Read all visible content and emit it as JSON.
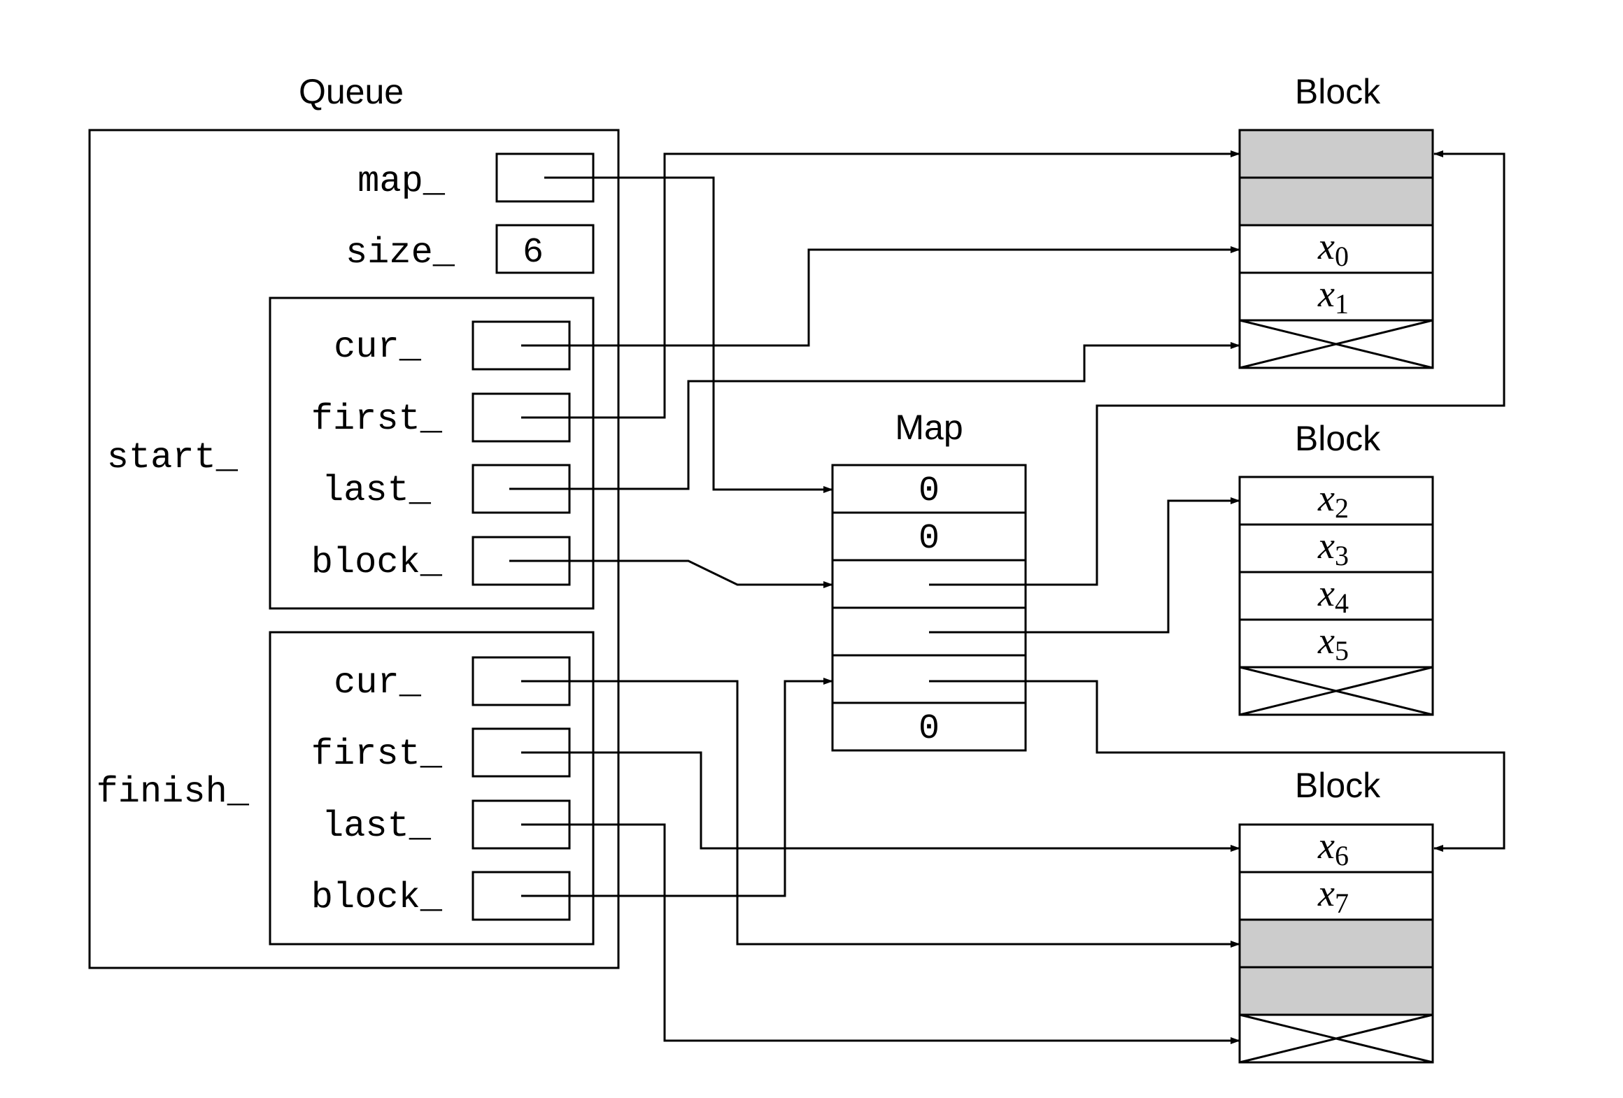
{
  "titles": {
    "queue": "Queue",
    "map": "Map",
    "block_top": "Block",
    "block_mid": "Block",
    "block_bottom": "Block"
  },
  "queue": {
    "map_label": "map_",
    "size_label": "size_",
    "size_value": "6",
    "start_label": "start_",
    "finish_label": "finish_",
    "start": {
      "cur_label": "cur_",
      "first_label": "first_",
      "last_label": "last_",
      "block_label": "block_"
    },
    "finish": {
      "cur_label": "cur_",
      "first_label": "first_",
      "last_label": "last_",
      "block_label": "block_"
    }
  },
  "map_cells": [
    "0",
    "0",
    "",
    "",
    "",
    "0"
  ],
  "blocks": {
    "top": [
      {
        "var": "",
        "sub": "",
        "state": "shaded"
      },
      {
        "var": "",
        "sub": "",
        "state": "shaded"
      },
      {
        "var": "x",
        "sub": "0",
        "state": "value"
      },
      {
        "var": "x",
        "sub": "1",
        "state": "value"
      },
      {
        "var": "",
        "sub": "",
        "state": "crossed"
      }
    ],
    "mid": [
      {
        "var": "x",
        "sub": "2",
        "state": "value"
      },
      {
        "var": "x",
        "sub": "3",
        "state": "value"
      },
      {
        "var": "x",
        "sub": "4",
        "state": "value"
      },
      {
        "var": "x",
        "sub": "5",
        "state": "value"
      },
      {
        "var": "",
        "sub": "",
        "state": "crossed"
      }
    ],
    "bottom": [
      {
        "var": "x",
        "sub": "6",
        "state": "value"
      },
      {
        "var": "x",
        "sub": "7",
        "state": "value"
      },
      {
        "var": "",
        "sub": "",
        "state": "shaded"
      },
      {
        "var": "",
        "sub": "",
        "state": "shaded"
      },
      {
        "var": "",
        "sub": "",
        "state": "crossed"
      }
    ]
  }
}
